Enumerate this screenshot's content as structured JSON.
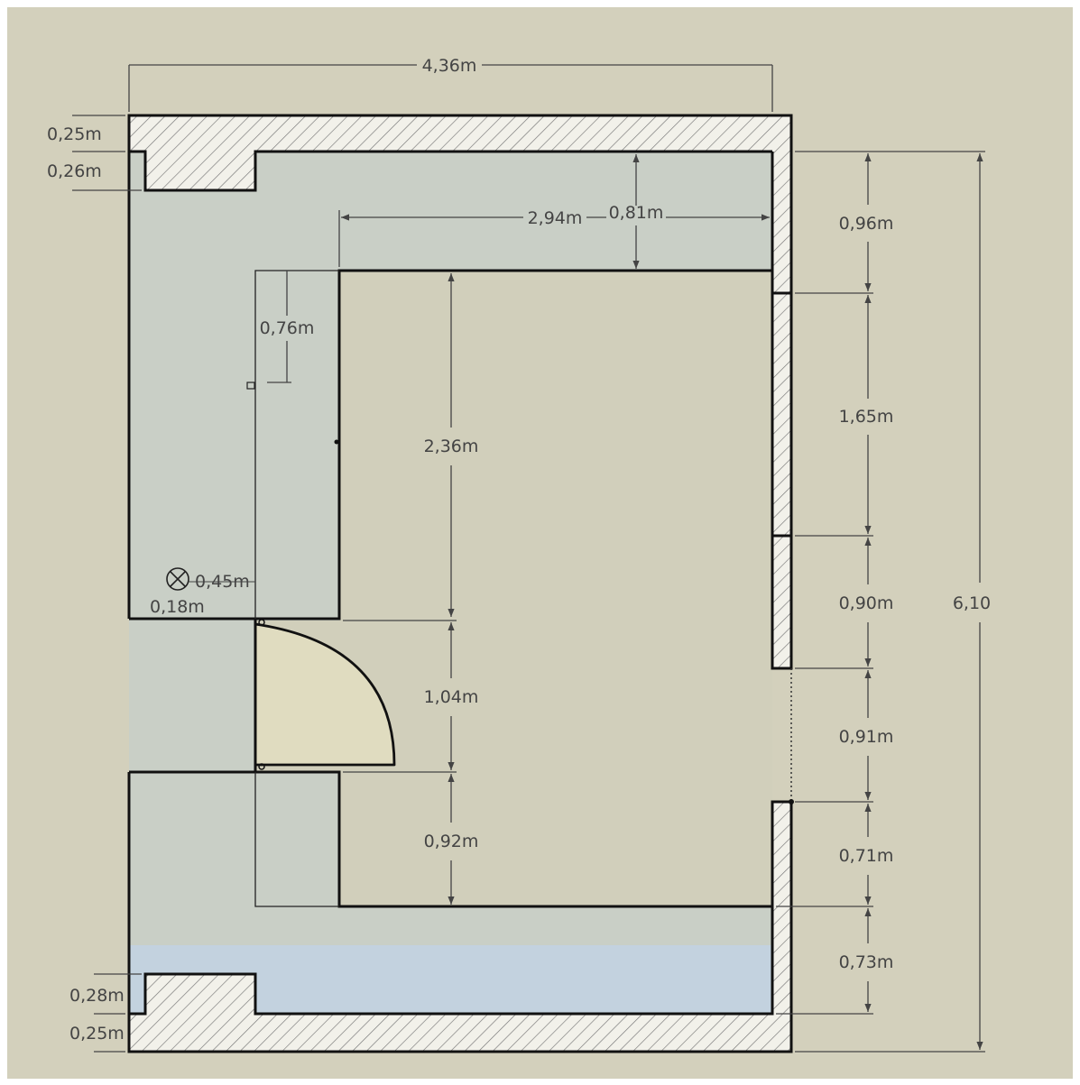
{
  "colors": {
    "background": "#d3d0bc",
    "floor_corridor": "#c9cfc6",
    "floor_room": "#d1cfbb",
    "floor_blue": "#c3d2df",
    "door_leaf": "#e0dcc0",
    "wall_line": "#111111",
    "hatch": "#666666",
    "dim_line": "#444444"
  },
  "dimensions": {
    "total_width": "4,36m",
    "total_height": "6,10",
    "wall_top": "0,25m",
    "niche_top": "0,26m",
    "corridor_top_width": "2,94m",
    "corridor_top_depth": "0,81m",
    "right_seg_1": "0,96m",
    "window_1": "1,65m",
    "right_seg_2": "0,90m",
    "right_opening": "0,91m",
    "right_seg_3": "0,71m",
    "right_seg_4": "0,73m",
    "closet_depth": "0,76m",
    "left_inner_wall": "2,36m",
    "door_width": "1,04m",
    "lower_wall": "0,92m",
    "lamp_offset_x": "0,45m",
    "lamp_offset_y": "0,18m",
    "niche_bottom": "0,28m",
    "wall_bottom": "0,25m"
  },
  "icons": {
    "ceiling_light": "ceiling-light-icon"
  }
}
